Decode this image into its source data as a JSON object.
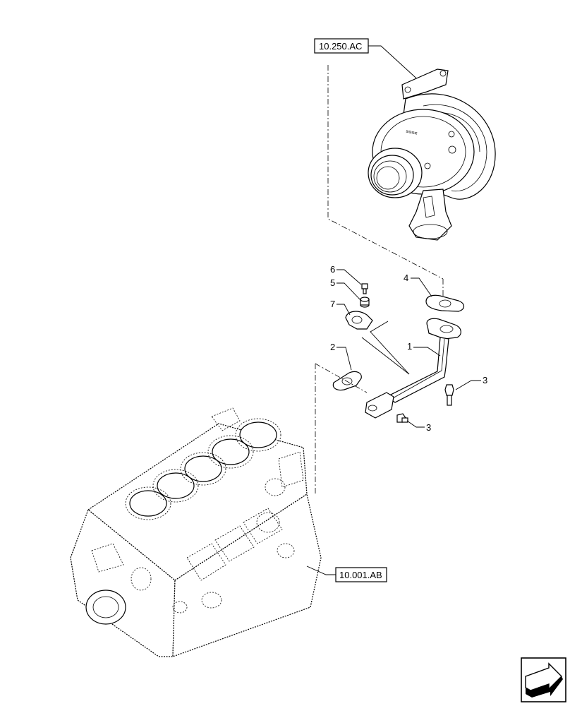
{
  "references": {
    "turbocharger": "10.250.AC",
    "engine_block": "10.001.AB"
  },
  "callouts": {
    "c1": "1",
    "c2": "2",
    "c3a": "3",
    "c3b": "3",
    "c4": "4",
    "c5": "5",
    "c6": "6",
    "c7": "7"
  },
  "icons": {
    "nav": "next-page-arrow-icon"
  }
}
